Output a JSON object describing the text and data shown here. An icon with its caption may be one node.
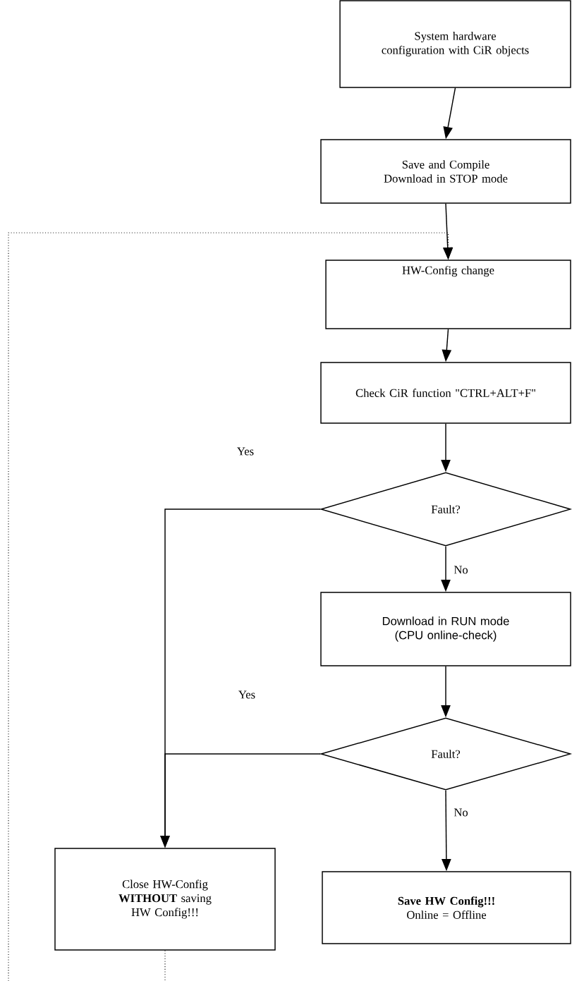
{
  "diagram": {
    "nodes": [
      {
        "text": [
          "System hardware configuration with CiR objects"
        ]
      },
      {
        "text": [
          "Save and Compile Download in STOP mode"
        ]
      },
      {
        "text": [
          "HW-Config change"
        ]
      },
      {
        "text": [
          "Check CiR function \"CTRL+ALT+F\""
        ]
      },
      {
        "text": [
          "Fault?"
        ]
      },
      {
        "text": [
          "Download in RUN mode (CPU online-check)"
        ]
      },
      {
        "text": [
          "Fault?"
        ]
      },
      {
        "text": [
          "Close HW-Config **WITHOUT** saving HW Config!!!"
        ]
      },
      {
        "text": [
          "Save HW Config!!!",
          "Online = Offline"
        ]
      }
    ],
    "edges": [
      {
        "from": 0,
        "to": 1,
        "arrow": "to"
      },
      {
        "from": 1,
        "to": 2,
        "arrow": "to"
      },
      {
        "from": 2,
        "to": 3,
        "arrow": "to"
      },
      {
        "from": 3,
        "to": 4,
        "arrow": "to"
      },
      {
        "from": 4,
        "to": 7,
        "arrow": "to",
        "label": "Yes"
      },
      {
        "from": 4,
        "to": 5,
        "arrow": "to",
        "label": "No"
      },
      {
        "from": 5,
        "to": 6,
        "arrow": "to"
      },
      {
        "from": 6,
        "to": 7,
        "arrow": "to",
        "label": "Yes"
      },
      {
        "from": 6,
        "to": 8,
        "arrow": "to",
        "label": "No"
      },
      {
        "from": 7,
        "to": 2,
        "arrow": "to",
        "style": "dashed"
      }
    ]
  }
}
